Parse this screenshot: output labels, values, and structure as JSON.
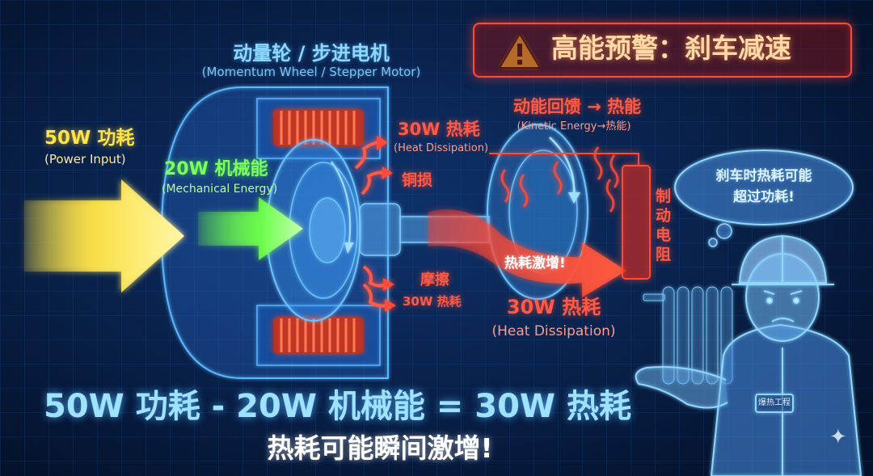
{
  "motor": {
    "title": "动量轮 / 步进电机",
    "subtitle": "(Momentum Wheel / Stepper Motor)"
  },
  "warning": {
    "text": "高能预警：刹车减速",
    "icon": "warning-triangle-icon"
  },
  "power_input": {
    "value": "50W 功耗",
    "label": "(Power Input)"
  },
  "mechanical": {
    "value": "20W 机械能",
    "label": "(Mechanical Energy)"
  },
  "heat_top": {
    "value": "30W 热耗",
    "label": "(Heat Dissipation)"
  },
  "copper_loss": "铜损",
  "friction": {
    "label": "摩擦",
    "value": "30W 热耗"
  },
  "kinetic": {
    "title": "动能回馈 → 热能",
    "subtitle": "(Kinetic Energy→热能)"
  },
  "heat_surge": "热耗激增!",
  "heat_bottom": {
    "value": "30W 热耗",
    "label": "(Heat Dissipation)"
  },
  "brake_resistor": [
    "制",
    "动",
    "电",
    "阻"
  ],
  "thought_bubble": {
    "line1": "刹车时热耗可能",
    "line2": "超过功耗!"
  },
  "worker_badge": "爆热工程",
  "equation": "50W 功耗 - 20W 机械能 = 30W 热耗",
  "conclusion": "热耗可能瞬间激增!",
  "colors": {
    "background": "#071a3c",
    "grid": "#1d4f8f",
    "blueprint": "#5ab8ff",
    "power": "#ffe447",
    "mechanical": "#7dff5a",
    "heat": "#ff4b3a"
  }
}
